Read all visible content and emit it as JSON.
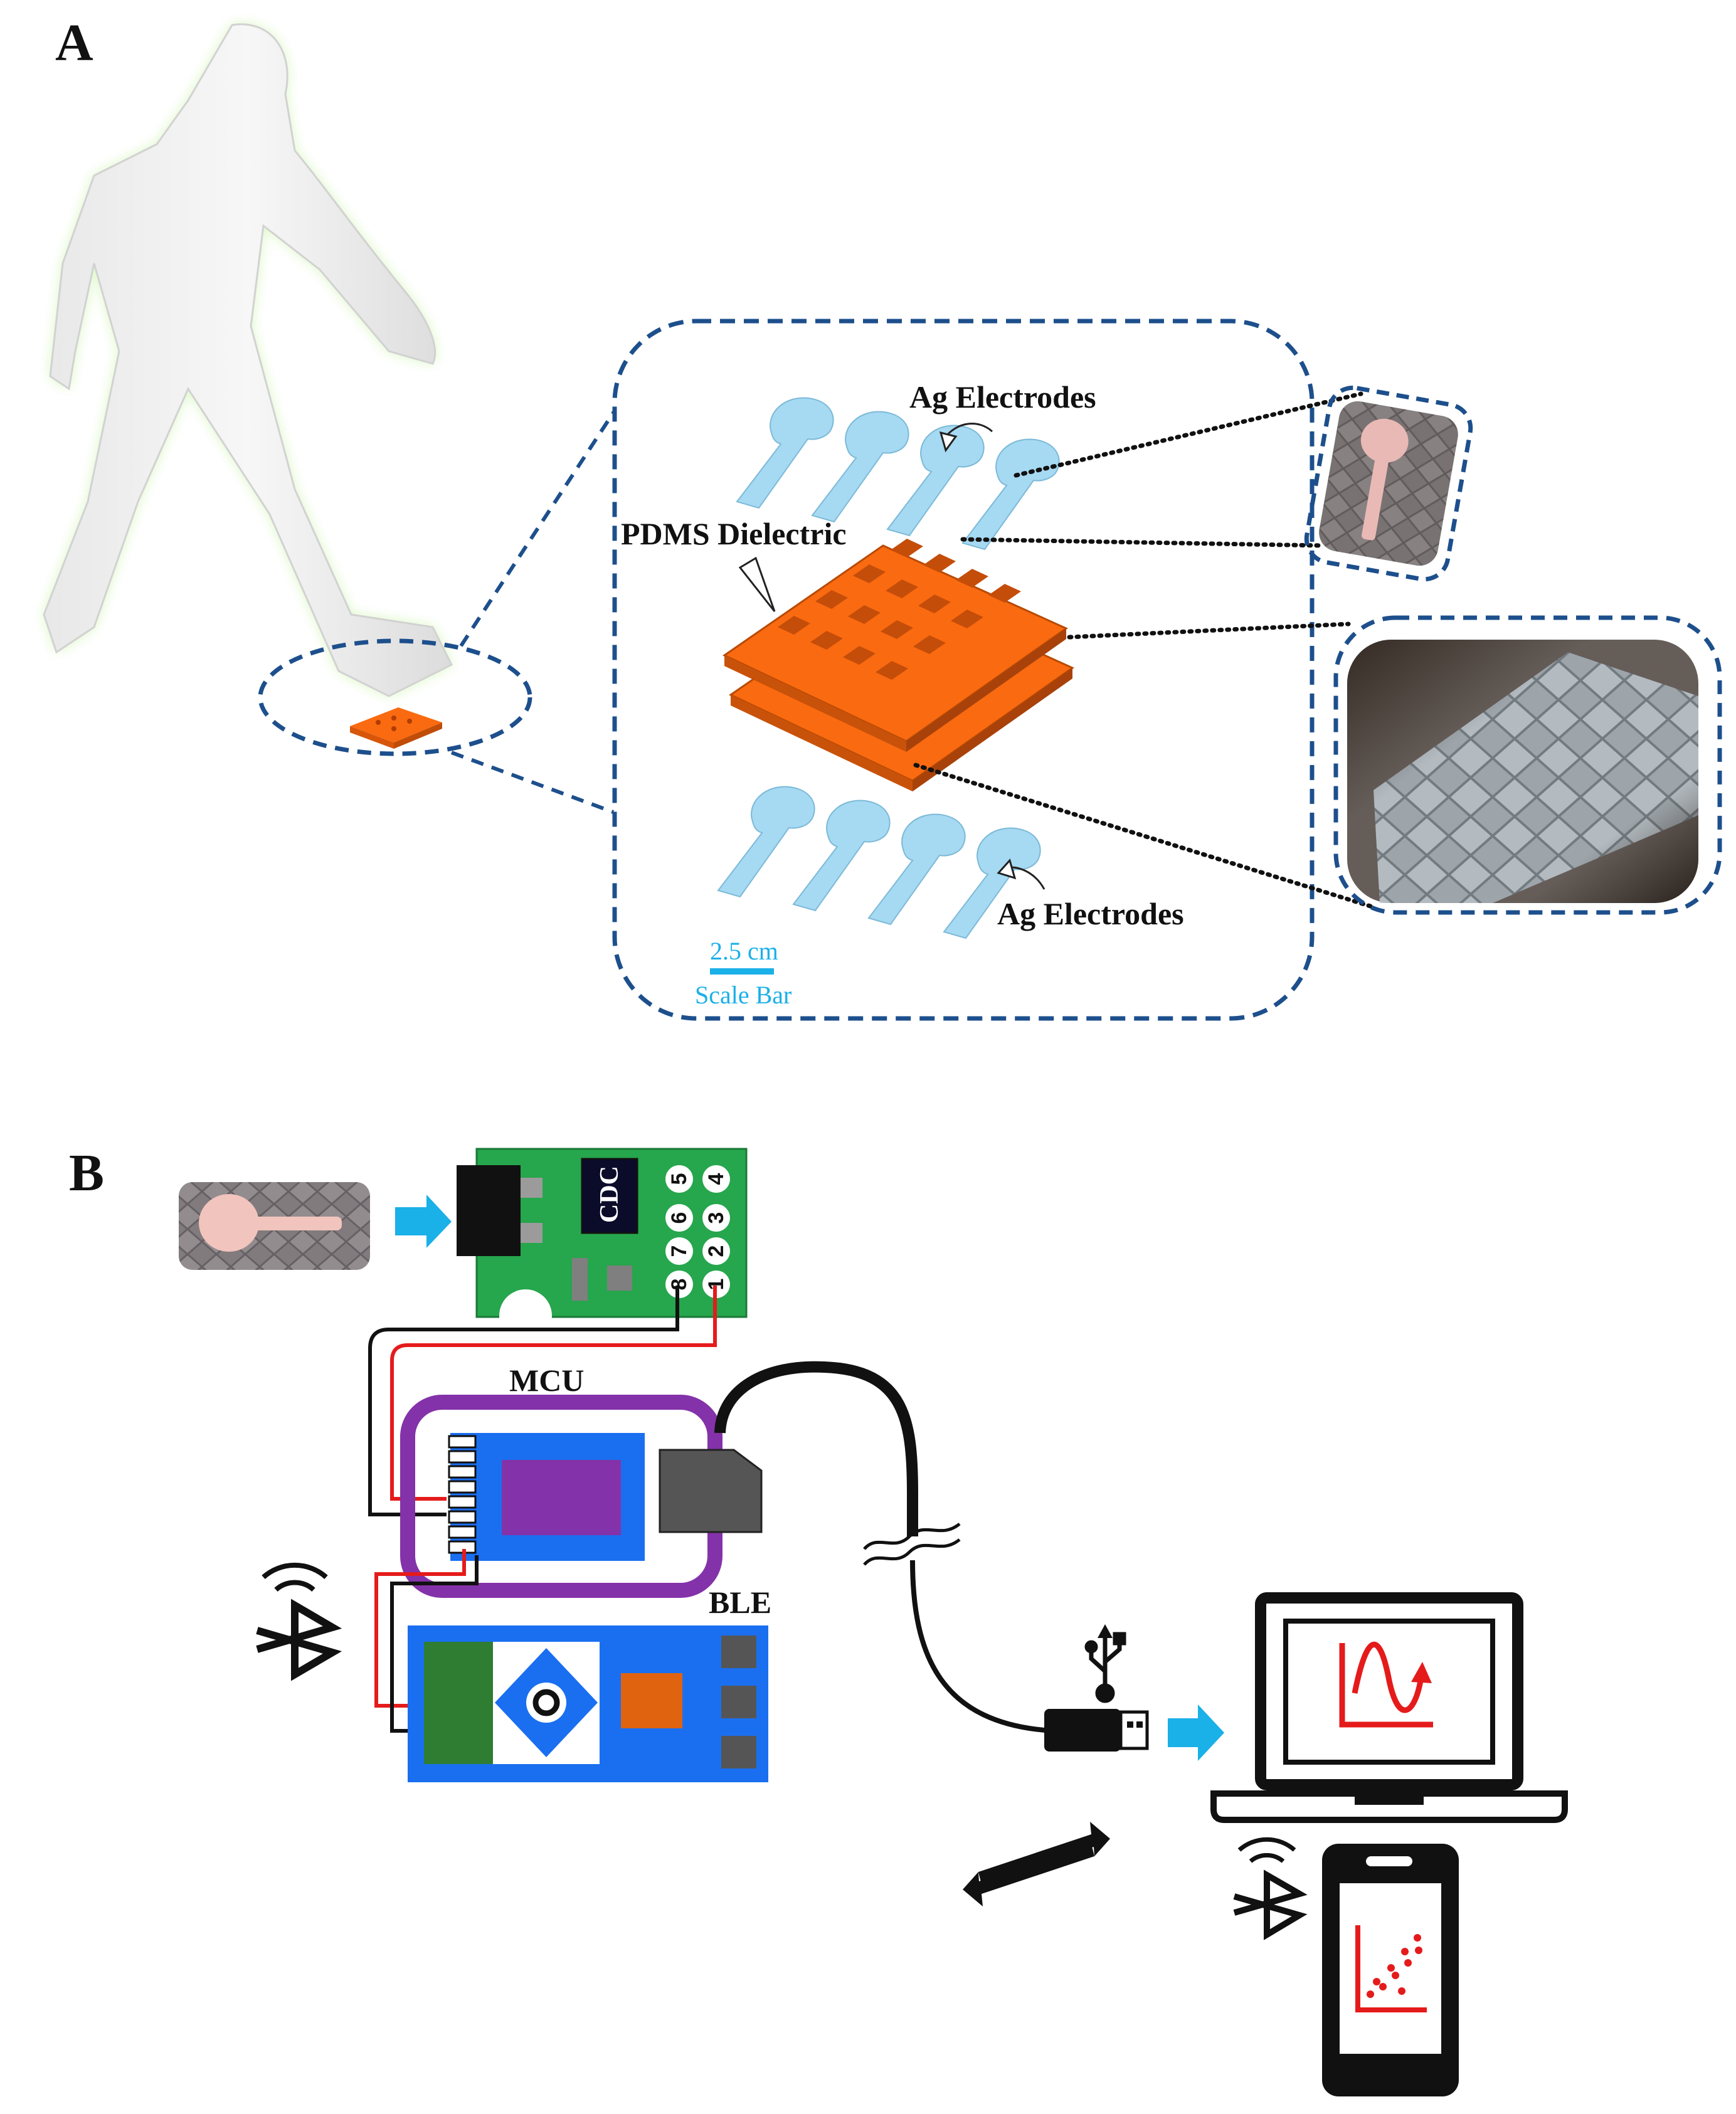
{
  "panel_a": {
    "letter": "A",
    "top_electrode_label": "Ag Electrodes",
    "dielectric_label": "PDMS Dielectric",
    "bottom_electrode_label": "Ag Electrodes",
    "scale_bar_value": "2.5 cm",
    "scale_bar_caption": "Scale Bar"
  },
  "panel_b": {
    "letter": "B",
    "cdc_chip_label": "CDC",
    "pin_labels": [
      "5",
      "4",
      "6",
      "3",
      "7",
      "2",
      "8",
      "1"
    ],
    "mcu_label": "MCU",
    "ble_label": "BLE"
  },
  "colors": {
    "electrode": "#a6d9f2",
    "dielectric": "#fa6a10",
    "dashed_outline": "#1d4f8c",
    "cdc_board": "#26a64d",
    "mcu_border": "#8432a9",
    "module_blue": "#1a6ff0",
    "ble_green": "#2e7d32",
    "ble_orange": "#e0630f",
    "arrow_cyan": "#1ab0e8",
    "wire_red": "#e51b1b",
    "plot_red": "#e51b1b"
  },
  "icons": [
    "human-figure",
    "bluetooth-wifi-icon",
    "usb-icon",
    "usb-stick",
    "laptop-icon",
    "smartphone-icon",
    "exchange-arrows-icon",
    "flow-arrow-icon"
  ]
}
